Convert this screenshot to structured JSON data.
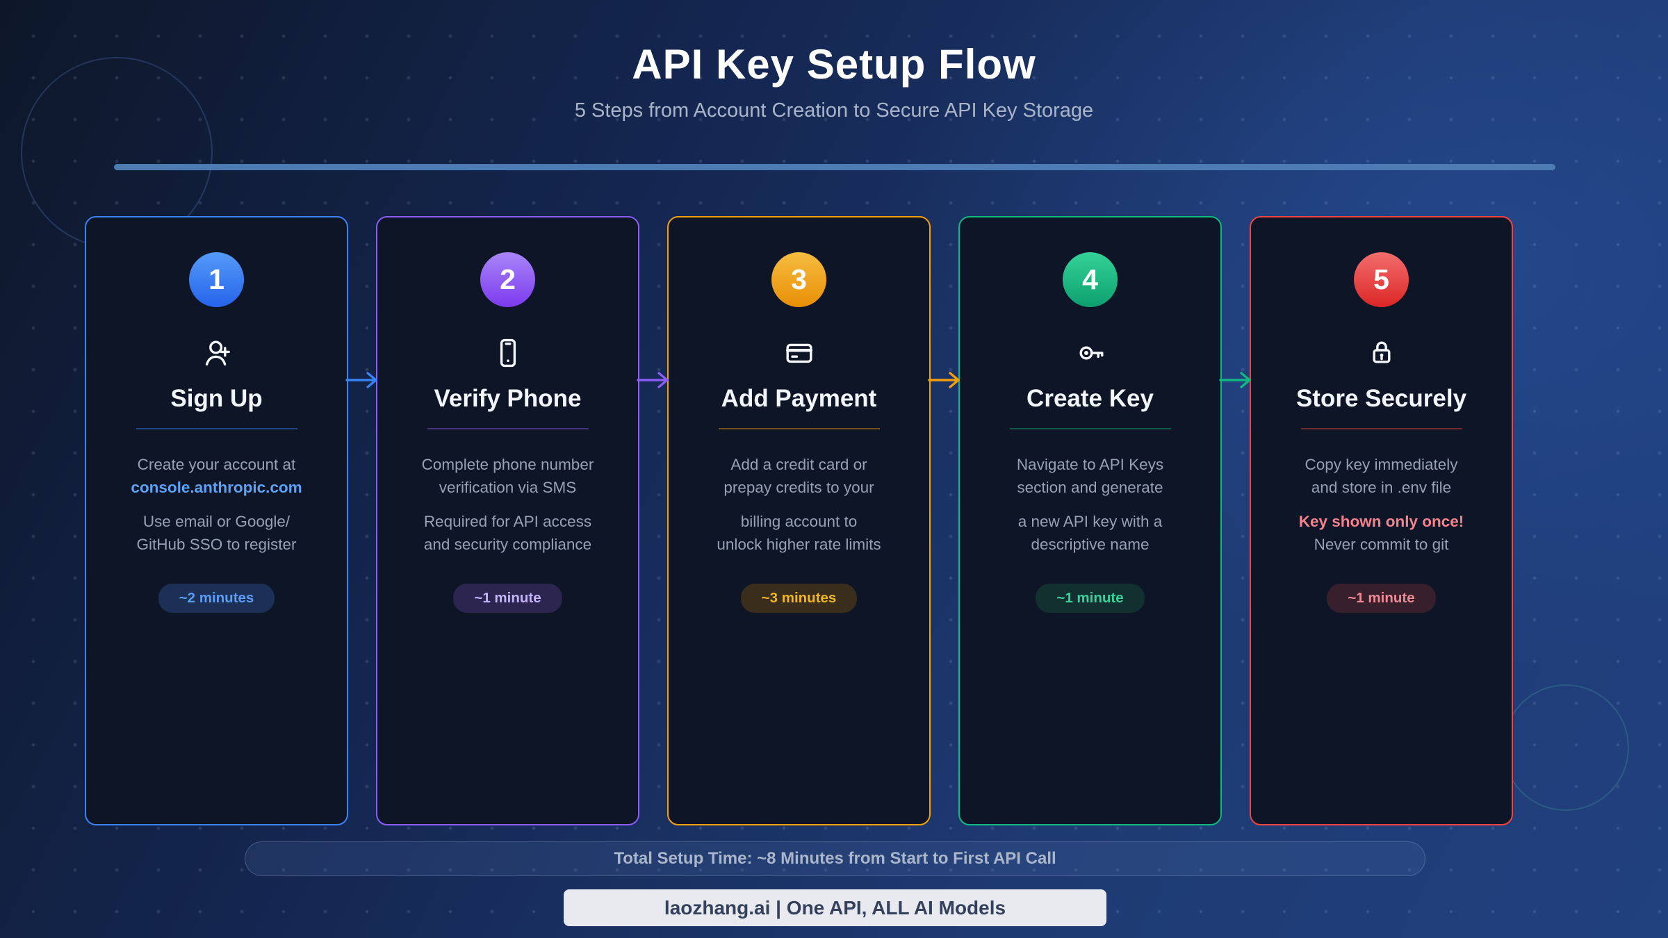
{
  "header": {
    "title": "API Key Setup Flow",
    "subtitle": "5 Steps from Account Creation to Secure API Key Storage"
  },
  "theme": {
    "background_top_left": "#0e1729",
    "background_right": "#20407e",
    "card_background": "#0d1526",
    "progress_line_color": "#4d7cb5",
    "body_text_color": "#96a1b5",
    "link_color": "#5da2f5",
    "warning_color": "#f4838d"
  },
  "steps": [
    {
      "number": "1",
      "title": "Sign Up",
      "icon": "user-plus-icon",
      "accent": "#3b82f6",
      "circle_gradient": [
        "#559bf8",
        "#2563eb"
      ],
      "body": [
        "Create your account at",
        "console.anthropic.com",
        "Use email or Google/",
        "GitHub SSO to register"
      ],
      "badge": {
        "label": "~2 minutes",
        "bg": "#1c2f55",
        "color": "#5b9cf6"
      }
    },
    {
      "number": "2",
      "title": "Verify Phone",
      "icon": "smartphone-icon",
      "accent": "#8b5cf6",
      "circle_gradient": [
        "#a886fa",
        "#7c3aed"
      ],
      "body": [
        "Complete phone number",
        "verification via SMS",
        "Required for API access",
        "and security compliance"
      ],
      "badge": {
        "label": "~1 minute",
        "bg": "#2b2550",
        "color": "#c3b4f5"
      }
    },
    {
      "number": "3",
      "title": "Add Payment",
      "icon": "credit-card-icon",
      "accent": "#f59e0b",
      "circle_gradient": [
        "#f7bc3f",
        "#e88f06"
      ],
      "body": [
        "Add a credit card or",
        "prepay credits to your",
        "billing account to",
        "unlock higher rate limits"
      ],
      "badge": {
        "label": "~3 minutes",
        "bg": "#382e1b",
        "color": "#f0b429"
      }
    },
    {
      "number": "4",
      "title": "Create Key",
      "icon": "key-icon",
      "accent": "#10b981",
      "circle_gradient": [
        "#34d399",
        "#0c9f6e"
      ],
      "body": [
        "Navigate to API Keys",
        "section and generate",
        "a new API key with a",
        "descriptive name"
      ],
      "badge": {
        "label": "~1 minute",
        "bg": "#11302f",
        "color": "#37d29c"
      }
    },
    {
      "number": "5",
      "title": "Store Securely",
      "icon": "lock-icon",
      "accent": "#ef4444",
      "circle_gradient": [
        "#f36d6d",
        "#dc2626"
      ],
      "body": [
        "Copy key immediately",
        "and store in .env file",
        "Key shown only once!",
        "Never commit to git"
      ],
      "badge": {
        "label": "~1 minute",
        "bg": "#381f2c",
        "color": "#ee8a96"
      }
    }
  ],
  "arrows": [
    {
      "color": "#3b82f6"
    },
    {
      "color": "#8b5cf6"
    },
    {
      "color": "#f59e0b"
    },
    {
      "color": "#10b981"
    }
  ],
  "footer": {
    "total_time": "Total Setup Time: ~8 Minutes from Start to First API Call",
    "brand": "laozhang.ai | One API, ALL AI Models"
  }
}
